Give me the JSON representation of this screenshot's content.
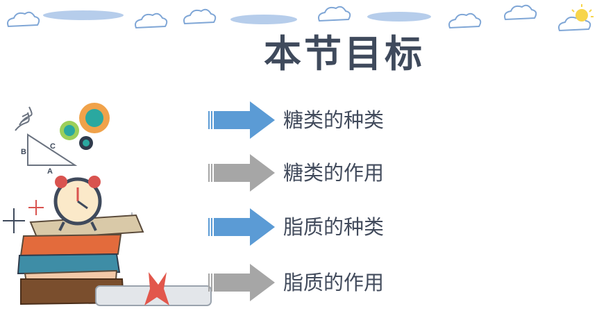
{
  "page": {
    "title": "本节目标"
  },
  "objectives": [
    {
      "label": "糖类的种类",
      "arrow_color": "#5b9bd5"
    },
    {
      "label": "糖类的作用",
      "arrow_color": "#a6a6a6"
    },
    {
      "label": "脂质的种类",
      "arrow_color": "#5b9bd5"
    },
    {
      "label": "脂质的作用",
      "arrow_color": "#a6a6a6"
    }
  ],
  "illustration": {
    "triangle_labels": {
      "a": "A",
      "b": "B",
      "c": "C"
    },
    "icons": [
      "dna-icon",
      "gear-icon",
      "alarm-clock-icon",
      "books-icon",
      "diploma-icon",
      "sparkle-icon",
      "cloud-icon",
      "sun-icon"
    ]
  },
  "colors": {
    "title": "#3f4a5c",
    "text": "#424b5c",
    "blue": "#5b9bd5",
    "gray": "#a6a6a6",
    "cloud_stroke": "#7fa6d6"
  }
}
